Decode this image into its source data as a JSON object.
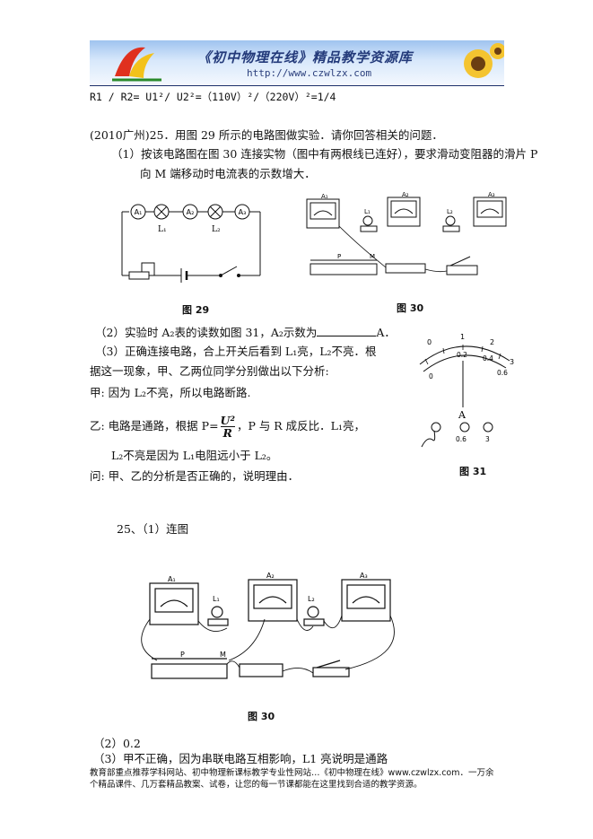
{
  "header": {
    "title": "《初中物理在线》精品教学资源库",
    "url": "http://www.czwlzx.com"
  },
  "formula_line": "R1 / R2= U1²/ U2²=（110V）²/（220V）²=1/4",
  "question": {
    "intro": "(2010广州)25．用图 29 所示的电路图做实验．请你回答相关的问题．",
    "part1_a": "（1）按该电路图在图 30 连接实物（图中有两根线已连好），要求滑动变阻器的滑片 P",
    "part1_b": "向 M 端移动时电流表的示数增大．",
    "fig29": "图 29",
    "fig30": "图 30",
    "fig31": "图 31",
    "part2": "（2）实验时 A₂表的读数如图 31，A₂示数为",
    "part2_unit": "A．",
    "part3_a": "（3）正确连接电路，合上开关后看到 L₁亮，L₂不亮．根",
    "part3_b": "据这一现象，甲、乙两位同学分别做出以下分析:",
    "jia": "甲: 因为 L₂不亮，所以电路断路.",
    "yi_pre": "乙: 电路是通路，根据 P=",
    "yi_post": "，P 与 R 成反比．L₁亮，",
    "yi_b": "L₂不亮是因为 L₁电阻远小于 L₂。",
    "ask": "问: 甲、乙的分析是否正确的，说明理由．"
  },
  "circuit_labels": {
    "a1": "A₁",
    "a2": "A₂",
    "a3": "A₃",
    "l1": "L₁",
    "l2": "L₂",
    "p": "P",
    "m": "M"
  },
  "meter": {
    "scale_top": [
      "0",
      "1",
      "2",
      "3"
    ],
    "scale_bottom": [
      "0",
      "0.2",
      "0.4",
      "0.6"
    ],
    "unit": "A",
    "terminals": [
      "0.6",
      "3"
    ]
  },
  "answer": {
    "heading": "25、（1）连图",
    "fig30": "图 30",
    "a2": "（2）0.2",
    "a3": "（3）甲不正确，因为串联电路互相影响，L1 亮说明是通路"
  },
  "footer": {
    "line1": "教育部重点推荐学科网站、初中物理新课标教学专业性网站…《初中物理在线》www.czwlzx.com．一万余",
    "line2": "个精品课件、几万套精品教案、试卷，让您的每一节课都能在这里找到合适的教学资源。"
  }
}
